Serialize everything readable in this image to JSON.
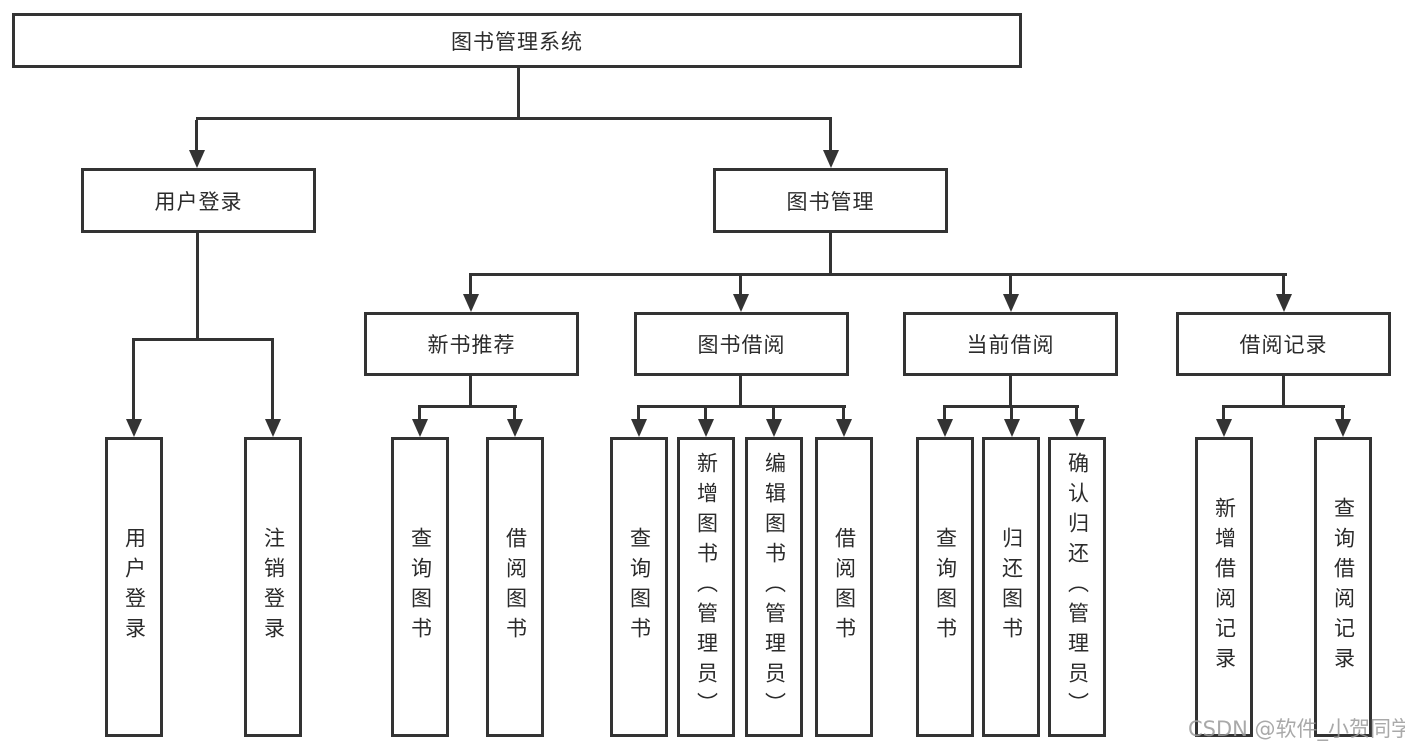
{
  "tree": {
    "root": {
      "label": "图书管理系统"
    },
    "branches": [
      {
        "label": "用户登录",
        "children": [
          {
            "label": "用户登录"
          },
          {
            "label": "注销登录"
          }
        ]
      },
      {
        "label": "图书管理",
        "sections": [
          {
            "label": "新书推荐",
            "children": [
              {
                "label": "查询图书"
              },
              {
                "label": "借阅图书"
              }
            ]
          },
          {
            "label": "图书借阅",
            "children": [
              {
                "label": "查询图书"
              },
              {
                "label": "新增图书（管理员）"
              },
              {
                "label": "编辑图书（管理员）"
              },
              {
                "label": "借阅图书"
              }
            ]
          },
          {
            "label": "当前借阅",
            "children": [
              {
                "label": "查询图书"
              },
              {
                "label": "归还图书"
              },
              {
                "label": "确认归还（管理员）"
              }
            ]
          },
          {
            "label": "借阅记录",
            "children": [
              {
                "label": "新增借阅记录"
              },
              {
                "label": "查询借阅记录"
              }
            ]
          }
        ]
      }
    ]
  },
  "watermark": {
    "text": "CSDN @软件_小贺同学"
  },
  "colors": {
    "line": "#333333",
    "box_fill": "#ffffff",
    "text": "#2b2b2b",
    "watermark": "#9b9b9b",
    "background": "#ffffff"
  }
}
